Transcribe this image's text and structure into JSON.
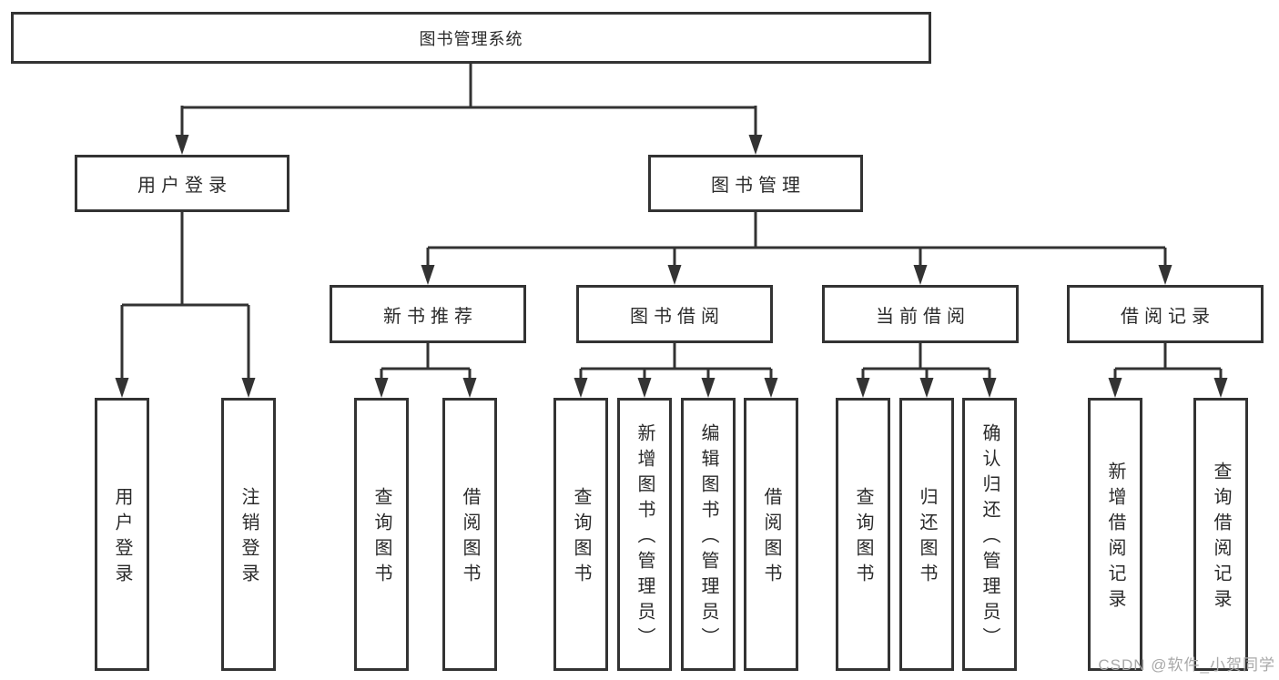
{
  "diagram_type": "functional-structure-tree",
  "tree": {
    "label": "图书管理系统",
    "children": [
      {
        "label": "用户登录",
        "children": [
          {
            "label": "用户登录"
          },
          {
            "label": "注销登录"
          }
        ]
      },
      {
        "label": "图书管理",
        "children": [
          {
            "label": "新书推荐",
            "children": [
              {
                "label": "查询图书"
              },
              {
                "label": "借阅图书"
              }
            ]
          },
          {
            "label": "图书借阅",
            "children": [
              {
                "label": "查询图书"
              },
              {
                "label": "新增图书（管理员）"
              },
              {
                "label": "编辑图书（管理员）"
              },
              {
                "label": "借阅图书"
              }
            ]
          },
          {
            "label": "当前借阅",
            "children": [
              {
                "label": "查询图书"
              },
              {
                "label": "归还图书"
              },
              {
                "label": "确认归还（管理员）"
              }
            ]
          },
          {
            "label": "借阅记录",
            "children": [
              {
                "label": "新增借阅记录"
              },
              {
                "label": "查询借阅记录"
              }
            ]
          }
        ]
      }
    ]
  },
  "watermark": {
    "text": "CSDN @软件_小贺同学"
  },
  "colors": {
    "line": "#333333",
    "box_border": "#333333",
    "box_fill": "#ffffff",
    "text": "#2b2b2b",
    "watermark": "#a8a8a8",
    "background": "#ffffff"
  }
}
